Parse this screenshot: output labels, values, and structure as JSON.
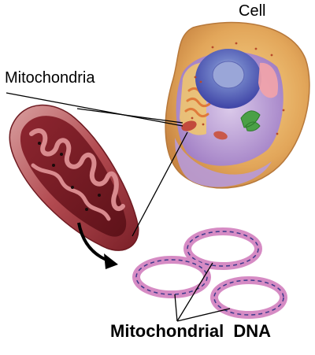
{
  "labels": {
    "cell": "Cell",
    "mitochondria": "Mitochondria",
    "mitochondrial_dna": "Mitochondrial DNA"
  },
  "colors": {
    "cell_outer": "#e2a65a",
    "cell_inner": "#9b79c9",
    "nucleus": "#5d63c8",
    "mito_outer": "#a8323a",
    "mito_inner": "#7a1a22",
    "dna_ring": "#d68bc4",
    "dna_strand": "#3a3a8a"
  }
}
